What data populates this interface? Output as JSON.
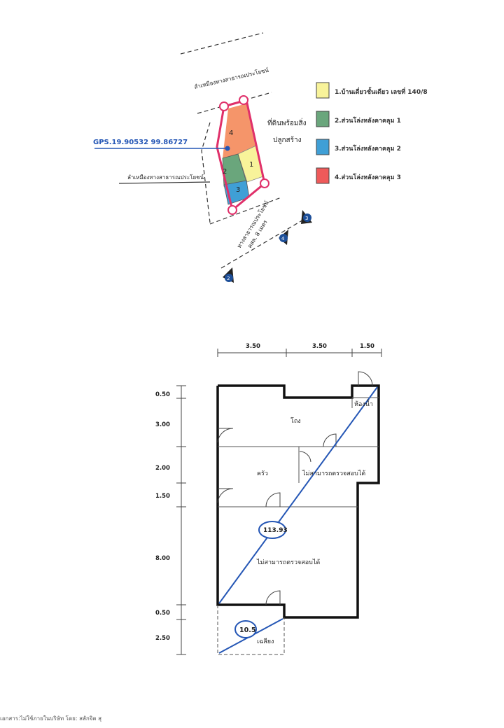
{
  "site_plan": {
    "gps_label": "GPS.19.90532 99.86727",
    "ditch_top": "ลำเหมืองทางสาธารณประโยชน์",
    "ditch_left": "ลำเหมืองทางสาธารณประโยชน์",
    "land_note_line1": "ที่ดินพร้อมสิ่ง",
    "land_note_line2": "ปลูกสร้าง",
    "road_line1": "ทางสาธารณประโยชน์",
    "road_line2": "คสล. 8 เมตร",
    "parcel_numbers": [
      "1",
      "2",
      "3",
      "4"
    ],
    "markers": [
      "2",
      "4",
      "3"
    ],
    "legend": [
      {
        "label": "1.บ้านเดี่ยวชั้นเดียว เลขที่ 140/8",
        "color": "#f8f39a"
      },
      {
        "label": "2.ส่วนโล่งหลังคาคลุม 1",
        "color": "#6aa67c"
      },
      {
        "label": "3.ส่วนโล่งหลังคาคลุม 2",
        "color": "#3f9fd6"
      },
      {
        "label": "4.ส่วนโล่งหลังคาคลุม 3",
        "color": "#ef5a5a"
      }
    ]
  },
  "floor_plan": {
    "top_dims": [
      "3.50",
      "3.50",
      "1.50"
    ],
    "left_dims": [
      "0.50",
      "3.00",
      "2.00",
      "1.50",
      "8.00",
      "0.50",
      "2.50"
    ],
    "rooms": {
      "bathroom": "ห้องน้ำ",
      "hall": "โถง",
      "kitchen": "ครัว",
      "not_inspected_1": "ไม่สามารถตรวจสอบได้",
      "not_inspected_2": "ไม่สามารถตรวจสอบได้",
      "porch": "เฉลียง"
    },
    "area_main": "113.93",
    "area_porch": "10.5"
  },
  "footer_text": "เอกสาร:ไม่ใช้ภายในบริษัท โดย: สลักจิต สุ"
}
